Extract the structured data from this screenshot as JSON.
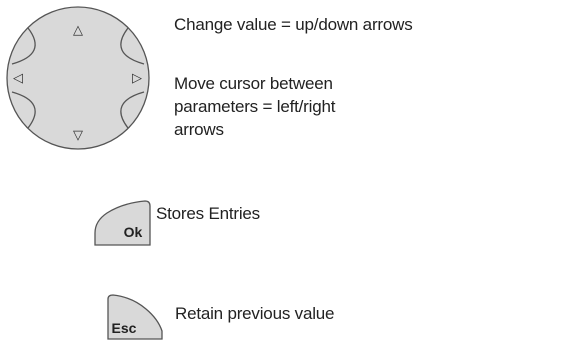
{
  "dpad": {
    "arrow_up": "△",
    "arrow_left": "◁",
    "arrow_right": "▷",
    "arrow_down": "▽"
  },
  "captions": {
    "change_value": "Change value = up/down arrows",
    "move_cursor_line1": "Move cursor between parameters = left/right",
    "move_cursor_line2": "arrows",
    "stores_entries": "Stores Entries",
    "retain_previous": "Retain previous value"
  },
  "keys": {
    "ok_label": "Ok",
    "esc_label": "Esc"
  },
  "colors": {
    "key_fill": "#d9d9d9",
    "outline": "#555555",
    "text": "#222222"
  }
}
